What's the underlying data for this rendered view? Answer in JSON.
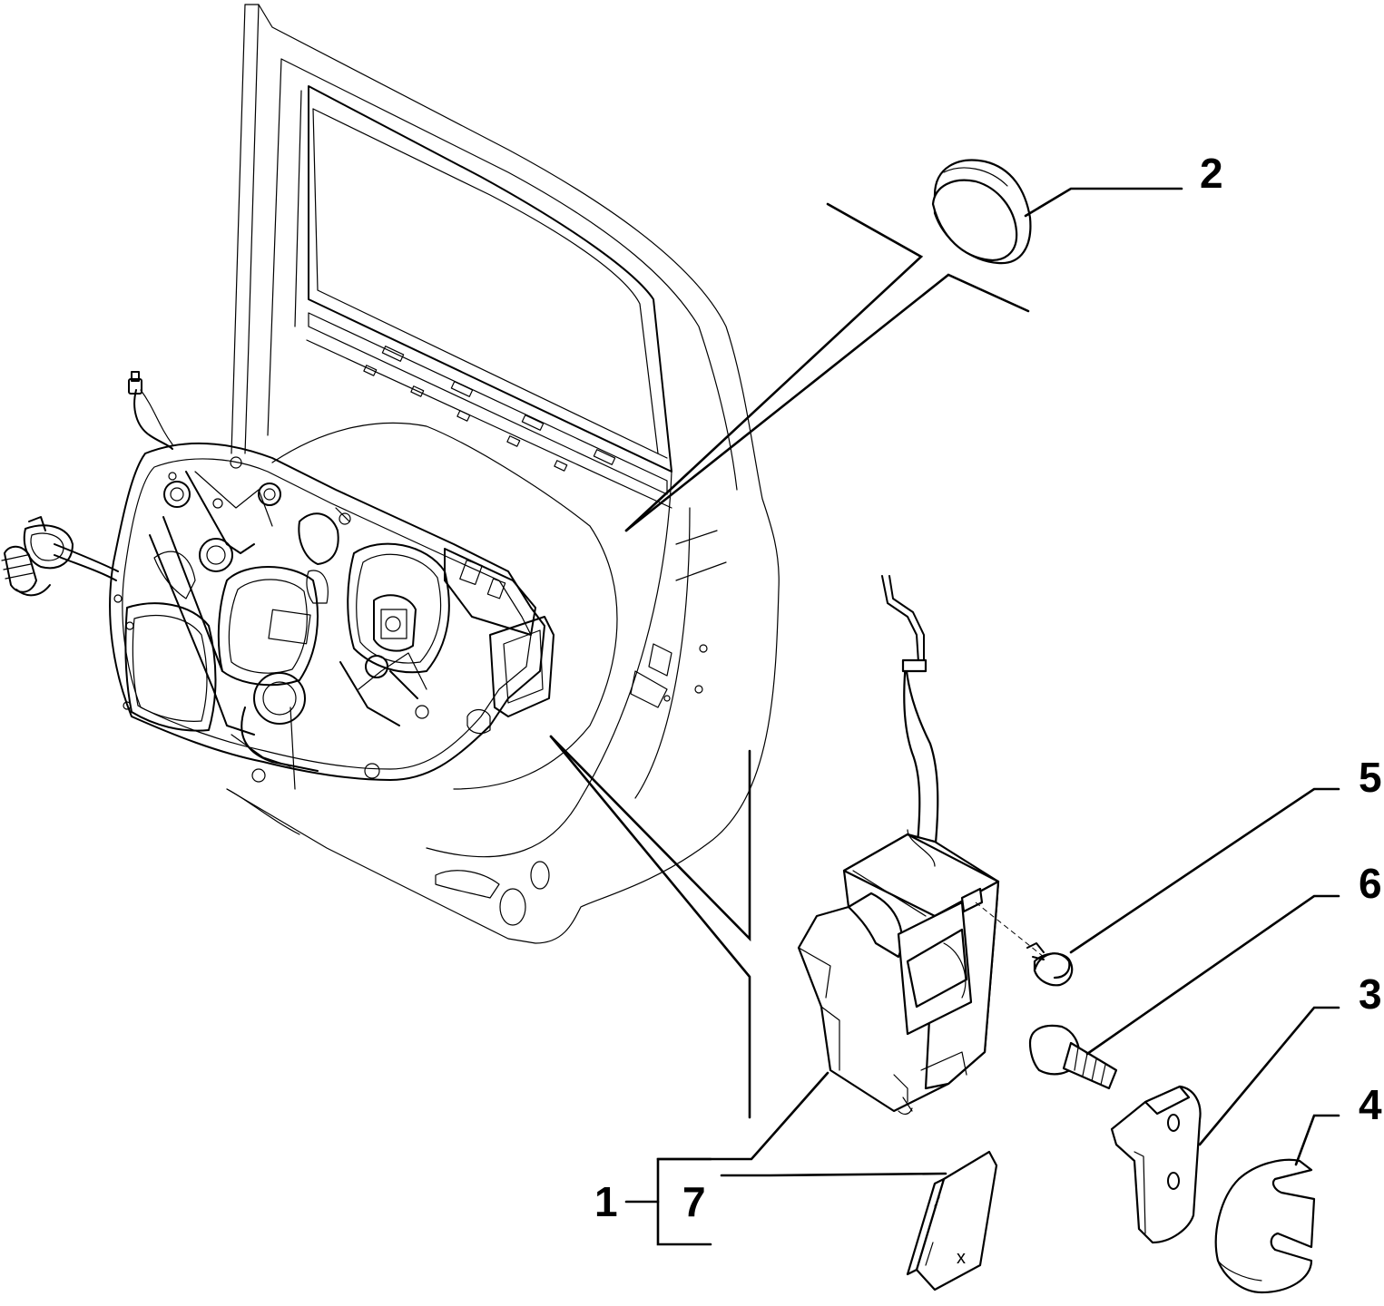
{
  "callouts": {
    "c1": "1",
    "c2": "2",
    "c3": "3",
    "c4": "4",
    "c5": "5",
    "c6": "6",
    "c7": "7"
  },
  "marks": {
    "plate_x": "x"
  }
}
